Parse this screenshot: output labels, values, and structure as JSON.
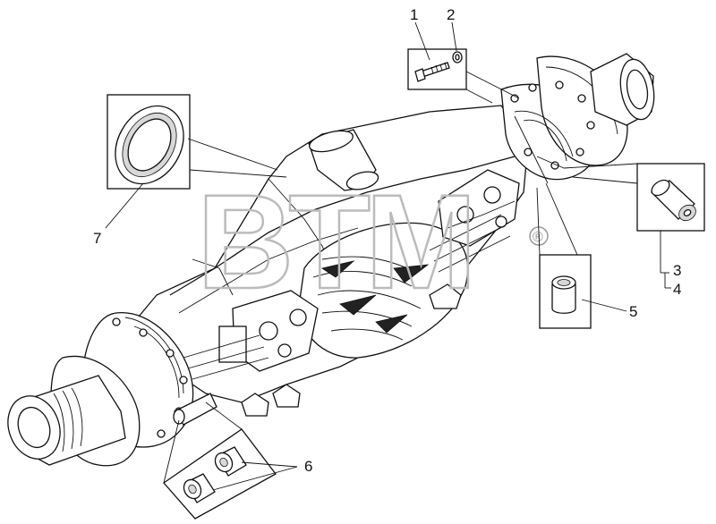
{
  "watermark": {
    "text": "BTM",
    "registered_mark": "®"
  },
  "callouts": [
    {
      "id": "1",
      "label": "1"
    },
    {
      "id": "2",
      "label": "2"
    },
    {
      "id": "3",
      "label": "3"
    },
    {
      "id": "4",
      "label": "4"
    },
    {
      "id": "5",
      "label": "5"
    },
    {
      "id": "6",
      "label": "6"
    },
    {
      "id": "7",
      "label": "7"
    }
  ]
}
